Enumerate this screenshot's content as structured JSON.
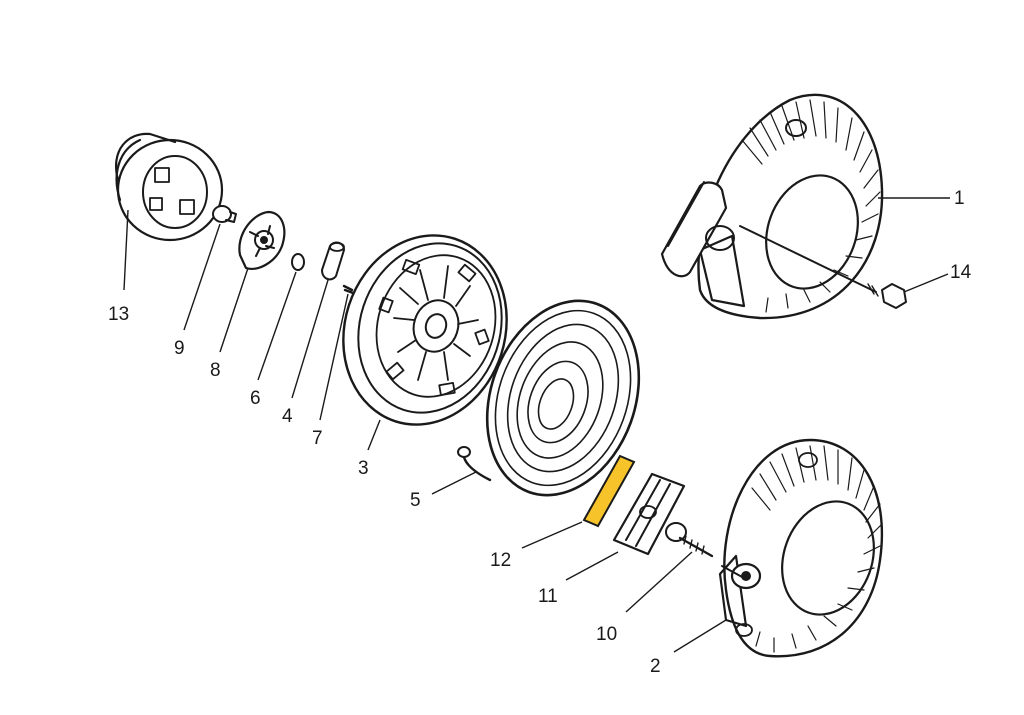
{
  "diagram": {
    "highlight_color": "#f7c32b",
    "ink_color": "#1a1a1a",
    "parts": [
      {
        "id": "p1",
        "label": "1"
      },
      {
        "id": "p2",
        "label": "2"
      },
      {
        "id": "p3",
        "label": "3"
      },
      {
        "id": "p4",
        "label": "4"
      },
      {
        "id": "p5",
        "label": "5"
      },
      {
        "id": "p6",
        "label": "6"
      },
      {
        "id": "p7",
        "label": "7"
      },
      {
        "id": "p8",
        "label": "8"
      },
      {
        "id": "p9",
        "label": "9"
      },
      {
        "id": "p10",
        "label": "10"
      },
      {
        "id": "p11",
        "label": "11"
      },
      {
        "id": "p12",
        "label": "12",
        "highlighted": true
      },
      {
        "id": "p13",
        "label": "13"
      },
      {
        "id": "p14",
        "label": "14"
      }
    ]
  }
}
